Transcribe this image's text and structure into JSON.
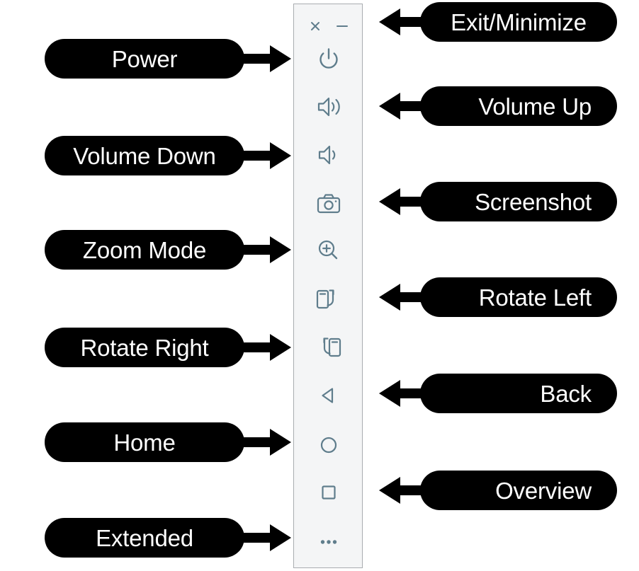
{
  "figure": {
    "title": "Android Emulator toolbar controls annotated",
    "background_color": "#ffffff",
    "callout_color": "#000000",
    "callout_text_color": "#ffffff",
    "icon_color": "#5f7d8c",
    "panel_background": "#f4f5f6",
    "panel_border": "#a9acb0"
  },
  "toolbar": {
    "name": "emulator-toolbar",
    "window_buttons": [
      {
        "name": "close-icon",
        "label": "×",
        "title": "Exit"
      },
      {
        "name": "minimize-icon",
        "label": "–",
        "title": "Minimize"
      }
    ],
    "buttons": [
      {
        "icon": "power-icon",
        "title": "Power"
      },
      {
        "icon": "volume-up-icon",
        "title": "Volume Up"
      },
      {
        "icon": "volume-down-icon",
        "title": "Volume Down"
      },
      {
        "icon": "camera-icon",
        "title": "Screenshot"
      },
      {
        "icon": "zoom-in-icon",
        "title": "Zoom Mode"
      },
      {
        "icon": "rotate-left-icon",
        "title": "Rotate Left"
      },
      {
        "icon": "rotate-right-icon",
        "title": "Rotate Right"
      },
      {
        "icon": "back-triangle-icon",
        "title": "Back"
      },
      {
        "icon": "home-circle-icon",
        "title": "Home"
      },
      {
        "icon": "overview-square-icon",
        "title": "Overview"
      },
      {
        "icon": "extended-dots-icon",
        "title": "Extended"
      }
    ]
  },
  "callouts_left": [
    {
      "label": "Power",
      "target": "power-icon"
    },
    {
      "label": "Volume Down",
      "target": "volume-down-icon"
    },
    {
      "label": "Zoom Mode",
      "target": "zoom-in-icon"
    },
    {
      "label": "Rotate Right",
      "target": "rotate-right-icon"
    },
    {
      "label": "Home",
      "target": "home-circle-icon"
    },
    {
      "label": "Extended",
      "target": "extended-dots-icon"
    }
  ],
  "callouts_right": [
    {
      "label": "Exit/Minimize",
      "target": "window-buttons"
    },
    {
      "label": "Volume Up",
      "target": "volume-up-icon"
    },
    {
      "label": "Screenshot",
      "target": "camera-icon"
    },
    {
      "label": "Rotate Left",
      "target": "rotate-left-icon"
    },
    {
      "label": "Back",
      "target": "back-triangle-icon"
    },
    {
      "label": "Overview",
      "target": "overview-square-icon"
    }
  ]
}
